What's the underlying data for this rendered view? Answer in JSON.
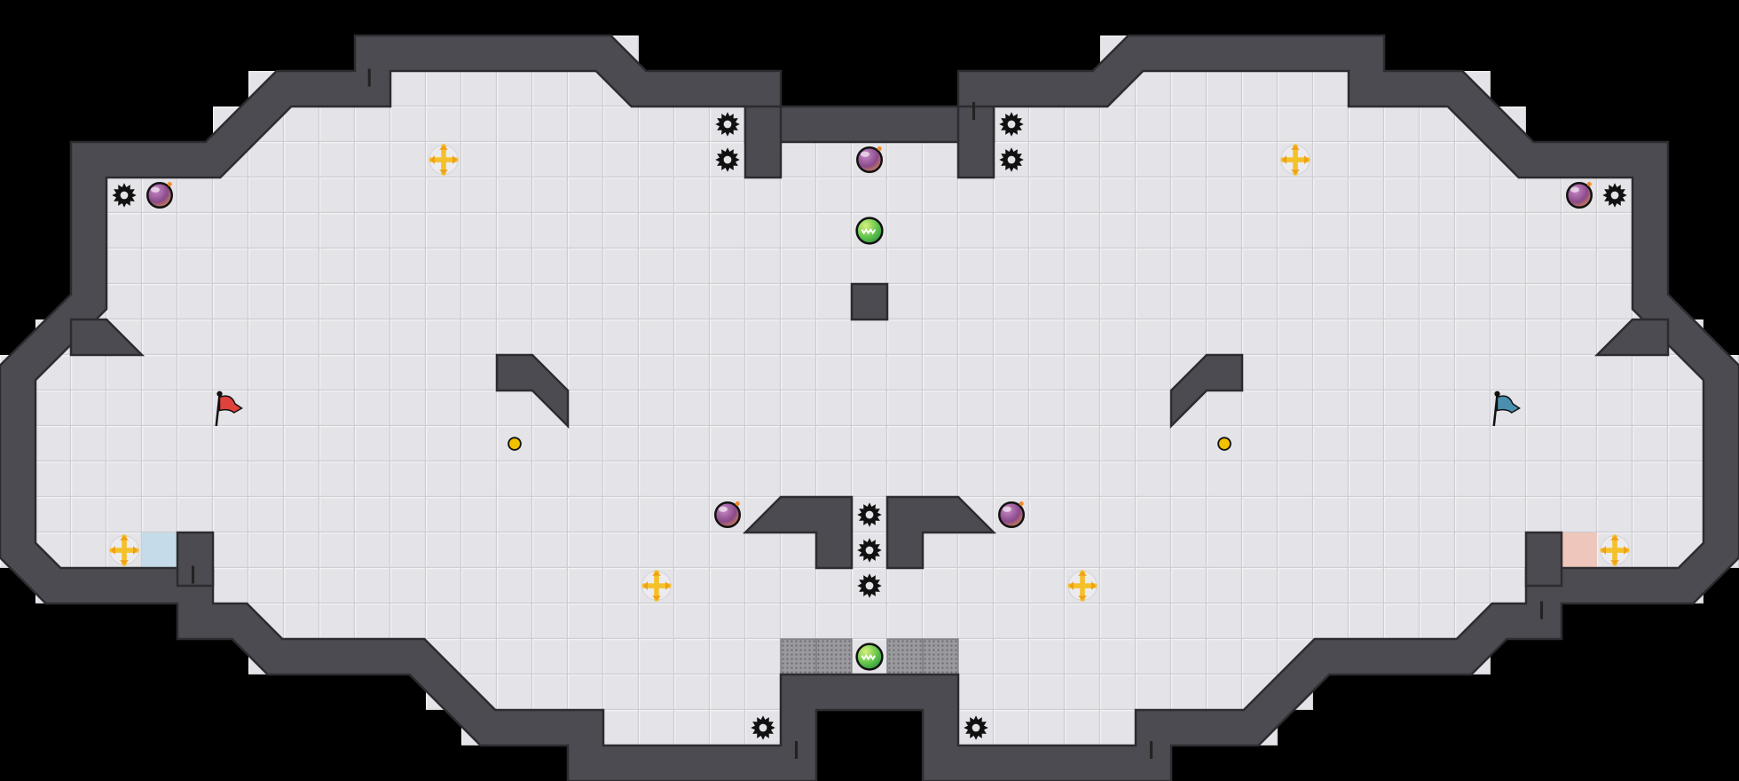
{
  "game": {
    "map_type": "capture-the-flag arena",
    "colors": {
      "background": "#000000",
      "floor": "#e4e4e8",
      "floor_grid": "#cfcfd4",
      "wall": "#4b4b51",
      "wall_edge": "#2c2c30",
      "red_team": "#e0413b",
      "blue_team": "#4a8fb0",
      "red_endzone": "#efc6bb",
      "blue_endzone": "#c6dbe9",
      "bomb": "#8a4a8a",
      "boost": "#f5c12a",
      "powerup": "#5cc24a",
      "button": "#f2c200",
      "gate": "#8f8f93"
    },
    "objects": {
      "spike": {
        "icon": "spike-icon",
        "count": 11
      },
      "bomb": {
        "icon": "bomb-icon",
        "count": 5
      },
      "boost": {
        "icon": "boost-icon",
        "count": 6
      },
      "powerup": {
        "icon": "powerup-icon",
        "count": 2
      },
      "button": {
        "icon": "button-icon",
        "count": 2
      },
      "flag_red": {
        "icon": "red-flag-icon",
        "count": 1
      },
      "flag_blue": {
        "icon": "blue-flag-icon",
        "count": 1
      },
      "gate": {
        "icon": "gate-tile",
        "count": 4
      }
    }
  }
}
